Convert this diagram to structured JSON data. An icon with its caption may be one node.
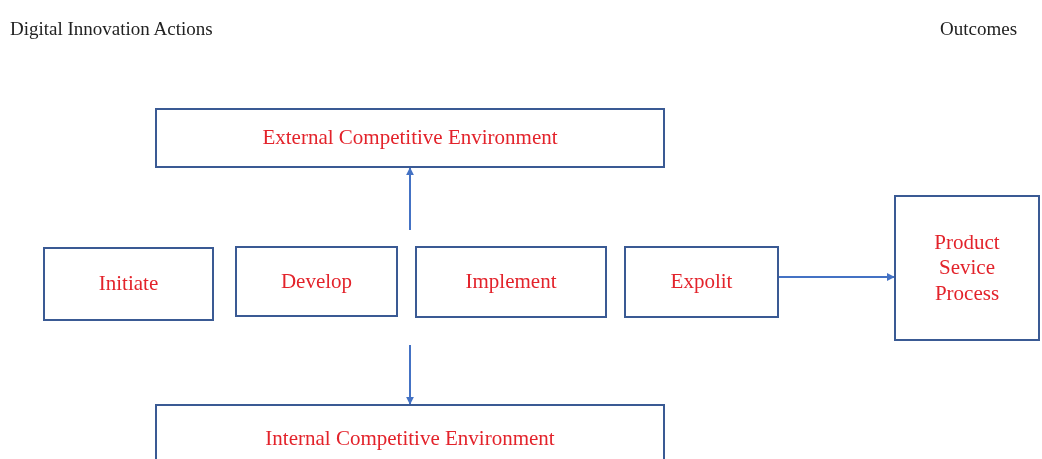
{
  "diagram": {
    "nodes": [
      {
        "text": [
          "External Competitive Environment"
        ]
      },
      {
        "text": [
          "Initiate"
        ]
      },
      {
        "text": [
          "Develop"
        ]
      },
      {
        "text": [
          "Implement"
        ]
      },
      {
        "text": [
          "Expolit"
        ]
      },
      {
        "text": [
          "Product Sevice Process"
        ]
      },
      {
        "text": [
          "Internal Competitive Environment"
        ]
      }
    ],
    "edges": [
      {
        "from": null,
        "to": 0,
        "arrow": "to"
      },
      {
        "from": null,
        "to": 6,
        "arrow": "to"
      },
      {
        "from": 4,
        "to": 5,
        "arrow": "to"
      }
    ],
    "labels": [
      "Digital Innovation Actions",
      "Outcomes"
    ]
  }
}
